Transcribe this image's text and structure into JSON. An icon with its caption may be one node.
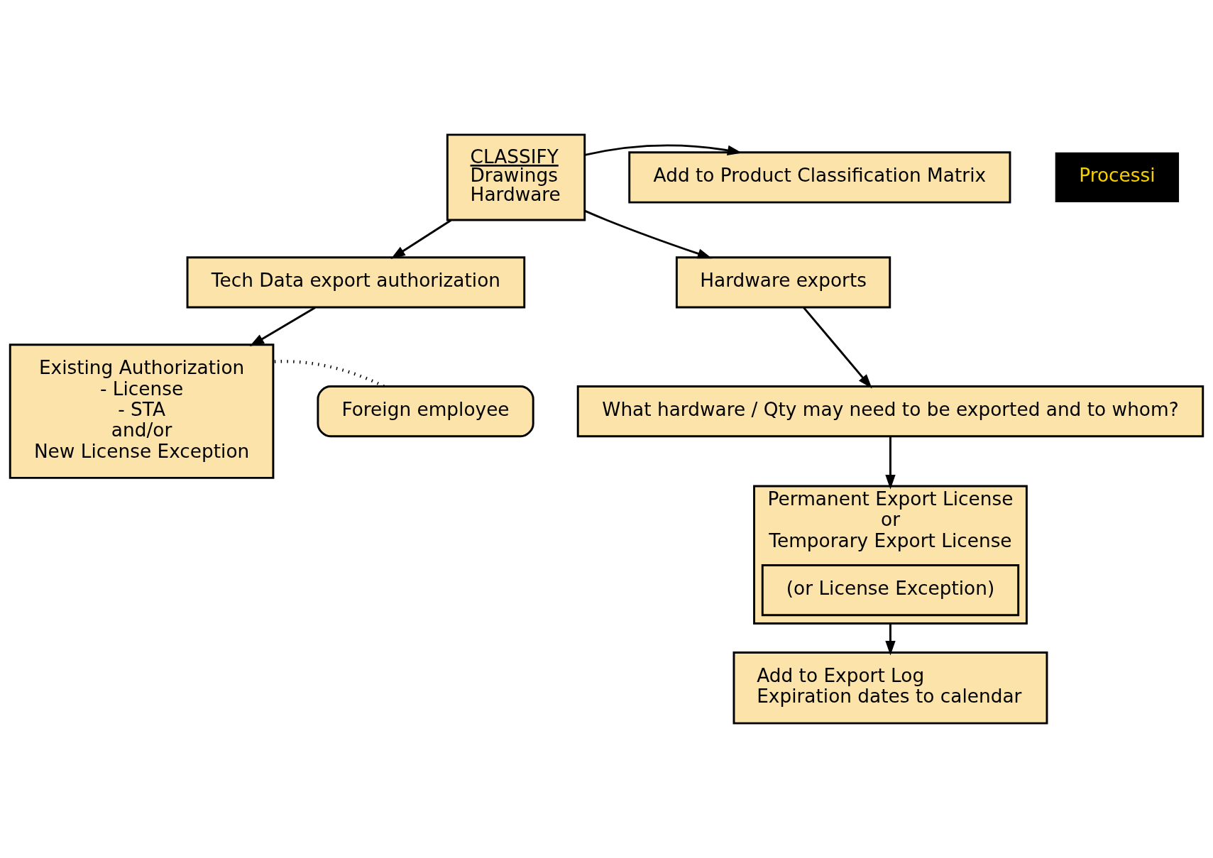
{
  "diagram": {
    "nodes": [
      {
        "text": [
          "CLASSIFY",
          "Drawings",
          "Hardware"
        ]
      },
      {
        "text": [
          "Add to Product Classification Matrix"
        ]
      },
      {
        "text": [
          "Tech Data export authorization"
        ]
      },
      {
        "text": [
          "Hardware exports"
        ]
      },
      {
        "text": [
          "Foreign employee"
        ]
      },
      {
        "text": [
          "Existing Authorization",
          "- License",
          "- STA",
          "and/or",
          "New License Exception"
        ]
      },
      {
        "text": [
          "What hardware / Qty may need to be exported and to whom?"
        ]
      },
      {
        "text": [
          "Permanent Export License",
          "or",
          "Temporary Export License"
        ]
      },
      {
        "text": [
          "(or License Exception)"
        ],
        "in": 7
      },
      {
        "text": [
          "Add to Export Log",
          "Expiration dates to calendar"
        ]
      }
    ],
    "edges": [
      {
        "from": 0,
        "to": 1,
        "arrow": "to"
      },
      {
        "from": 0,
        "to": 2,
        "arrow": "to"
      },
      {
        "from": 0,
        "to": 3,
        "arrow": "to"
      },
      {
        "from": 2,
        "to": 5,
        "arrow": "to"
      },
      {
        "from": 4,
        "to": 5,
        "arrow": "none",
        "style": "dashed"
      },
      {
        "from": 3,
        "to": 6,
        "arrow": "to"
      },
      {
        "from": 6,
        "to": 7,
        "arrow": "to"
      },
      {
        "from": 7,
        "to": 9,
        "arrow": "to"
      }
    ],
    "labels": [
      "Processi"
    ]
  }
}
